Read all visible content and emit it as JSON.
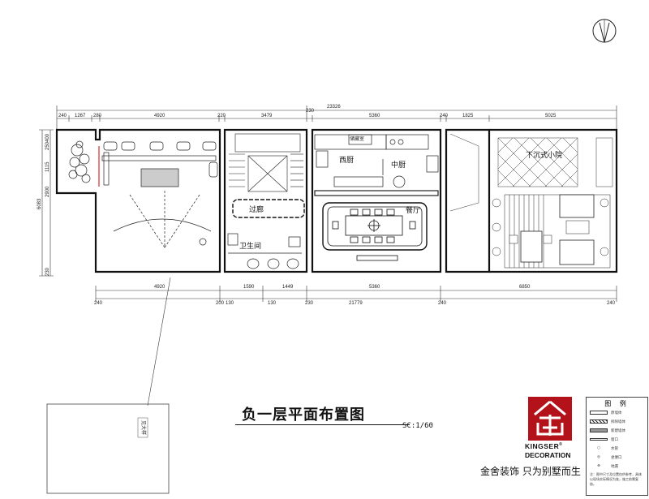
{
  "drawing": {
    "title": "负一层平面布置图",
    "scale": "SC:1/60"
  },
  "dimensions": {
    "top_overall": "23326",
    "top_segments": [
      "240",
      "1267",
      "280",
      "4920",
      "220",
      "3479",
      "230",
      "5360",
      "240",
      "1825",
      "5025"
    ],
    "bottom_row1": [
      "4920",
      "1590",
      "1449",
      "5360",
      "6850"
    ],
    "bottom_row2": [
      "240",
      "200",
      "130",
      "130",
      "230",
      "21779",
      "240",
      "240"
    ],
    "left_side": [
      "400",
      "250",
      "1115",
      "2900",
      "6083",
      "230"
    ]
  },
  "rooms": {
    "west_kitchen": "西厨",
    "chinese_kitchen": "中厨",
    "corridor": "过廊",
    "dining": "餐厅",
    "bathroom": "卫生间",
    "sunken_yard": "下沉式小院",
    "pantry": "储藏室"
  },
  "legend": {
    "title": "图 例",
    "items": [
      "原墙体",
      "拆除墙体",
      "新建墙体",
      "窗口",
      "水管",
      "坐便口",
      "地漏"
    ],
    "note": "注：图中尺寸及位置仅供参考，具体以现场实际情况为准，施工前需复核。"
  },
  "branding": {
    "name": "KINGSER",
    "registered": "®",
    "sub": "DECORATION",
    "slogan": "金舍装饰 只为别墅而生",
    "red": "#b3121a"
  },
  "detail_box": {
    "label": "见大样"
  }
}
